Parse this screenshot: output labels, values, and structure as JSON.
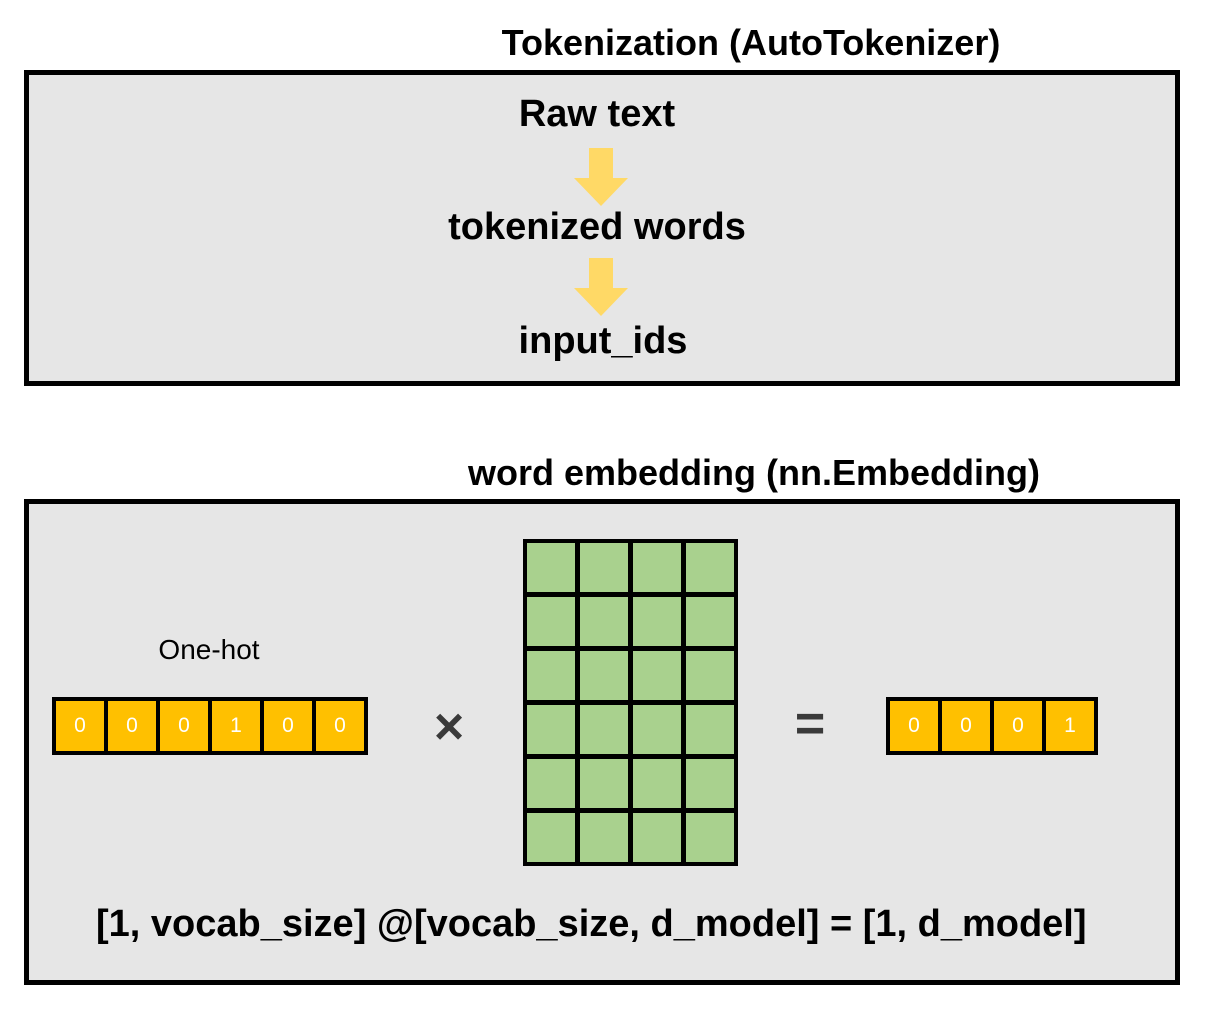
{
  "tokenization": {
    "title": "Tokenization (AutoTokenizer)",
    "steps": [
      "Raw text",
      "tokenized words",
      "input_ids"
    ],
    "arrow_color": "#ffd966"
  },
  "embedding": {
    "title": "word embedding (nn.Embedding)",
    "one_hot_label": "One-hot",
    "one_hot_values": [
      "0",
      "0",
      "0",
      "1",
      "0",
      "0"
    ],
    "multiply_symbol": "×",
    "equals_symbol": "=",
    "result_values": [
      "0",
      "0",
      "0",
      "1"
    ],
    "formula": "[1, vocab_size] @[vocab_size, d_model] = [1, d_model]",
    "vector_color": "#ffc000",
    "matrix_color": "#a9d18e",
    "panel_color": "#e6e6e6"
  }
}
